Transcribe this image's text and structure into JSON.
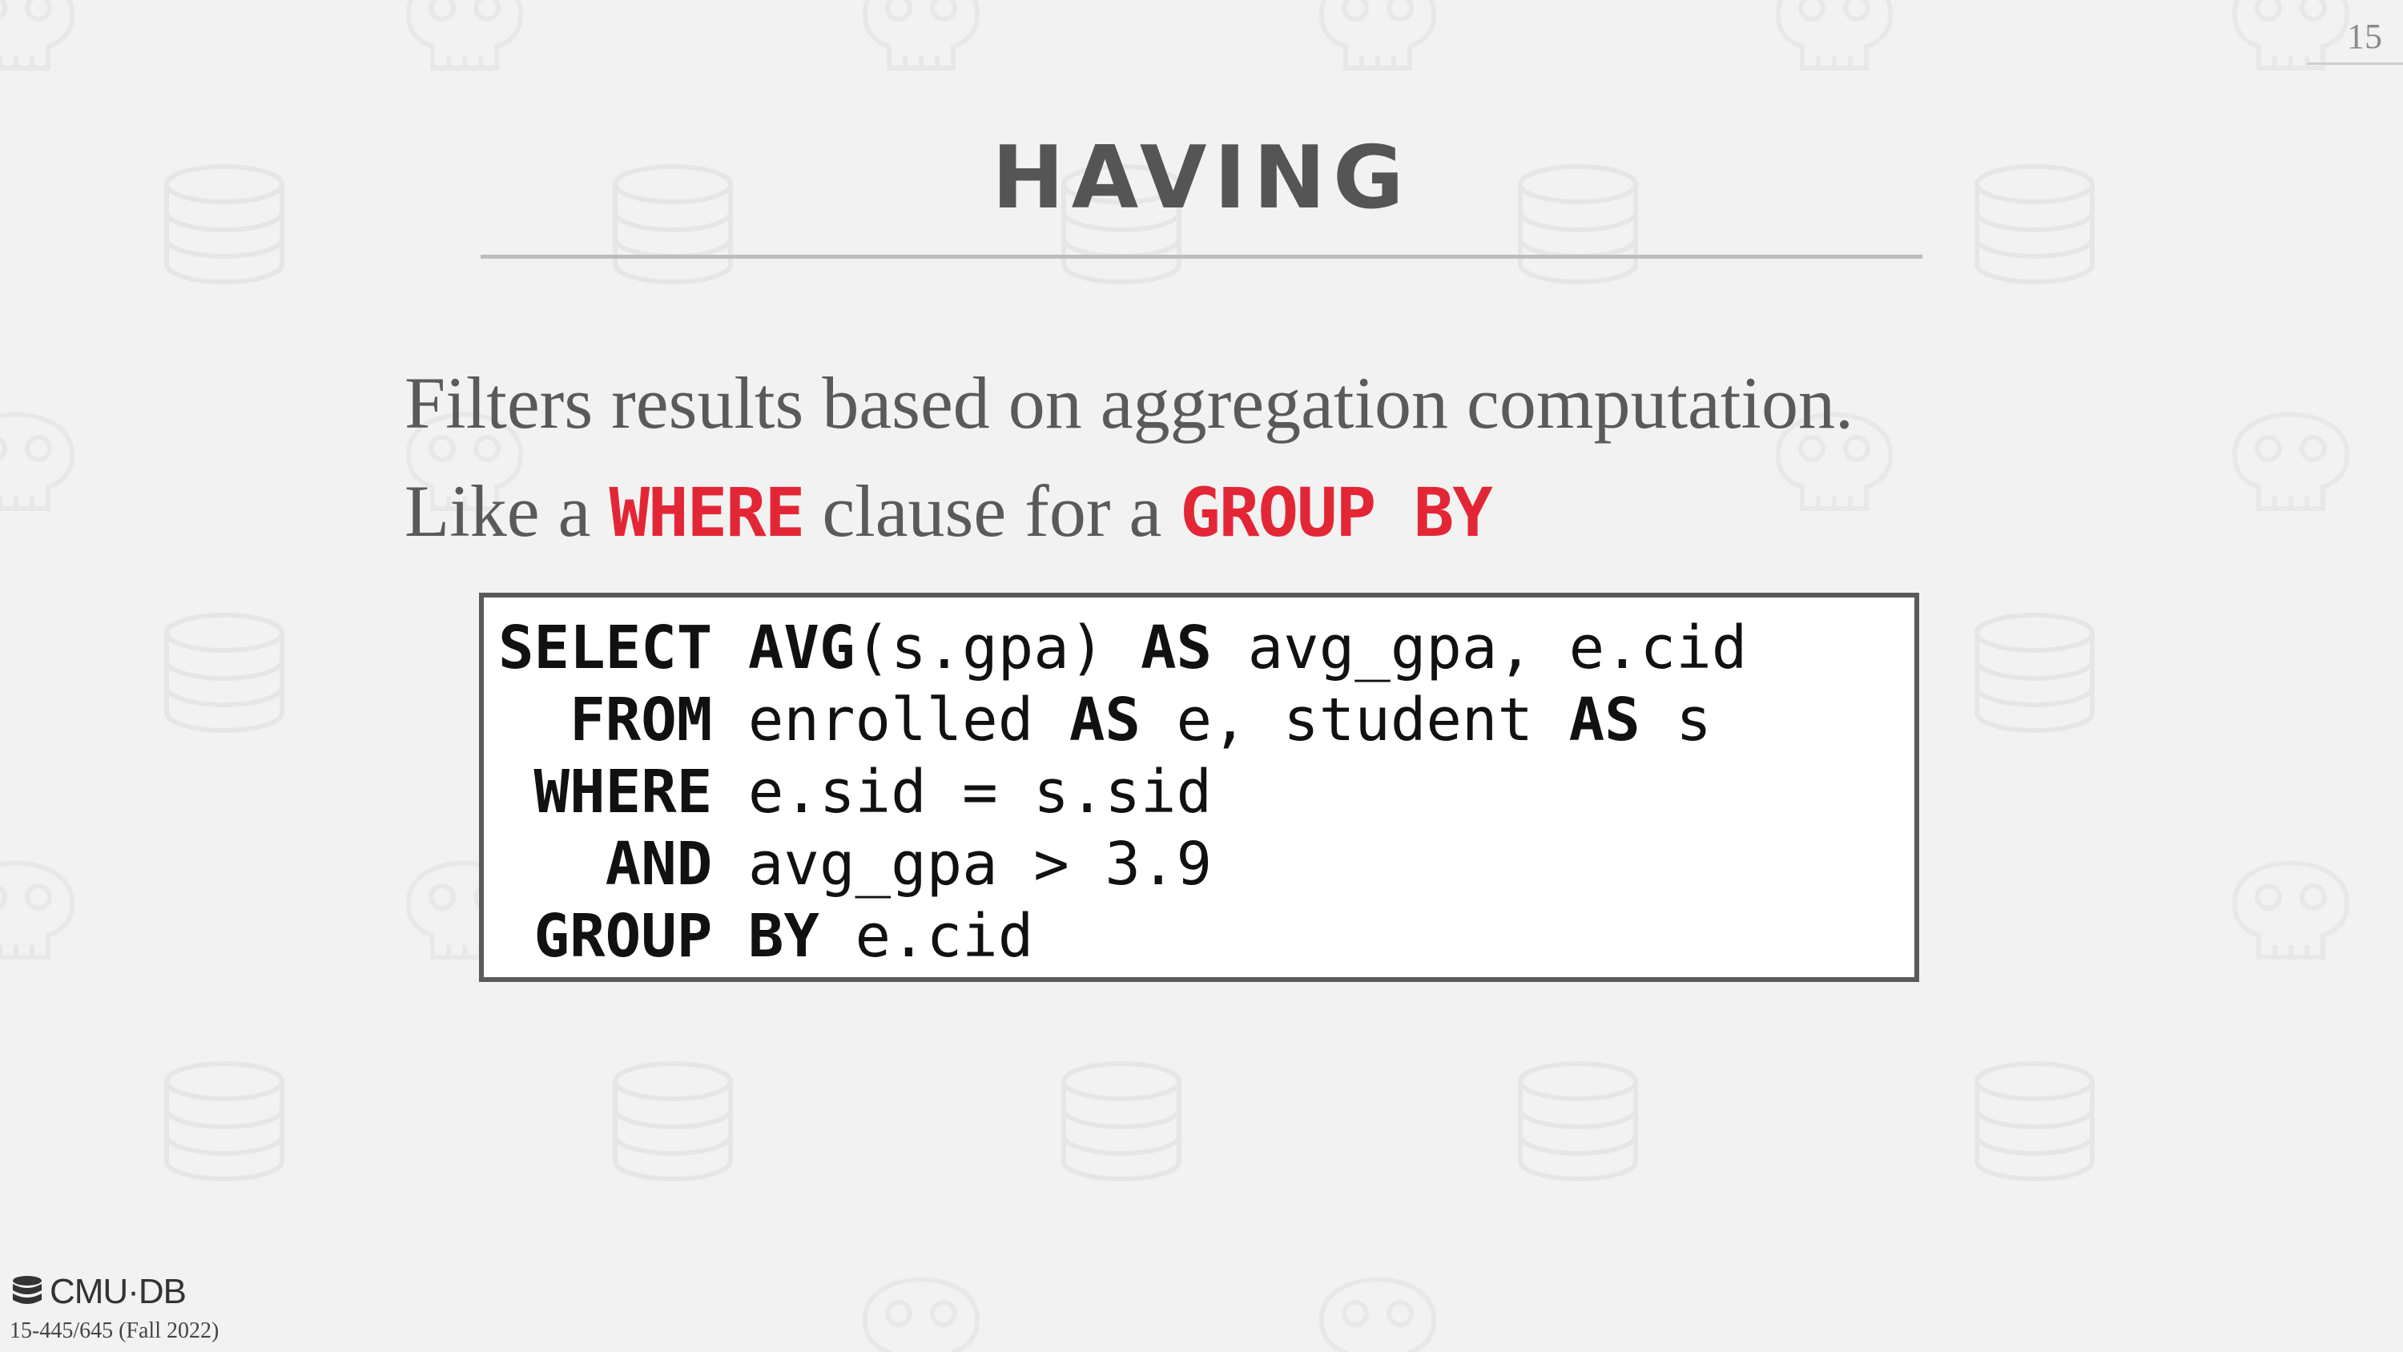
{
  "slide": {
    "page_number": "15",
    "title": "HAVING",
    "line1": "Filters results based on aggregation computation.",
    "line2_prefix": "Like a ",
    "line2_kw1": "WHERE",
    "line2_mid": " clause for a ",
    "line2_kw2": "GROUP BY"
  },
  "code": {
    "l1_k1": "SELECT",
    "l1_s1": " ",
    "l1_k2": "AVG",
    "l1_t1": "(s.gpa) ",
    "l1_k3": "AS",
    "l1_t2": " avg_gpa, e.cid",
    "l2_k1": "  FROM",
    "l2_t1": " enrolled ",
    "l2_k2": "AS",
    "l2_t2": " e, student ",
    "l2_k3": "AS",
    "l2_t3": " s",
    "l3_k1": " WHERE",
    "l3_t1": " e.sid = s.sid",
    "l4_k1": "   AND",
    "l4_t1": " avg_gpa > 3.9",
    "l5_k1": " GROUP BY",
    "l5_t1": " e.cid"
  },
  "footer": {
    "logo_text": "CMU·DB",
    "logo_icon": "database-stack-icon",
    "course": "15-445/645 (Fall 2022)"
  },
  "colors": {
    "keyword_red": "#e32636",
    "title_gray": "#555555",
    "background": "#f2f2f2"
  }
}
